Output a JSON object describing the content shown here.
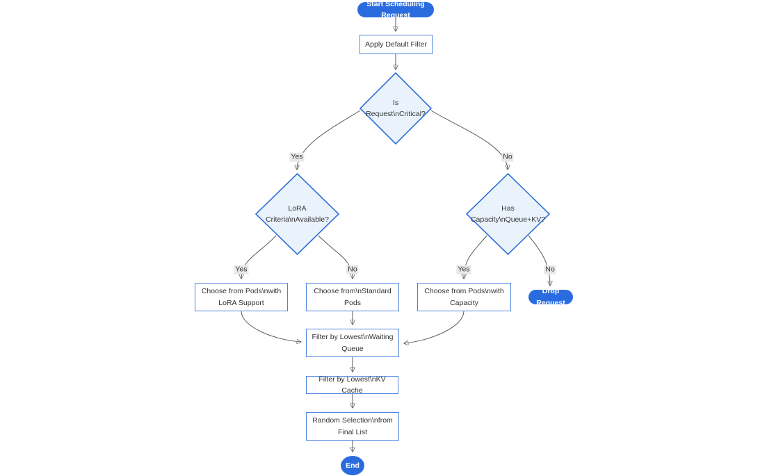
{
  "nodes": {
    "start": "Start Scheduling Request",
    "apply_filter": "Apply Default Filter",
    "is_critical": "Is Request\\nCritical?",
    "lora_criteria": "LoRA Criteria\\nAvailable?",
    "has_capacity": "Has Capacity\\nQueue+KV?",
    "choose_lora": "Choose from Pods\\nwith LoRA Support",
    "choose_standard": "Choose from\\nStandard Pods",
    "choose_capacity": "Choose from Pods\\nwith Capacity",
    "drop_request": "Drop Request",
    "filter_queue": "Filter by Lowest\\nWaiting Queue",
    "filter_kv": "Filter by Lowest\\nKV Cache",
    "random_selection": "Random Selection\\nfrom Final List",
    "end": "End"
  },
  "edge_labels": {
    "critical_yes": "Yes",
    "critical_no": "No",
    "lora_yes": "Yes",
    "lora_no": "No",
    "capacity_yes": "Yes",
    "capacity_no": "No"
  },
  "colors": {
    "accent_blue": "#2a6ce0",
    "pill_text": "#ffffff",
    "diamond_fill": "#eaf3fc",
    "diamond_border": "#2e6fd8",
    "rect_fill": "#ffffff",
    "rect_border": "#4d82de",
    "edge_line": "#5a5a5a",
    "arrowhead": "#333333",
    "edge_label_bg": "#e8e8e8",
    "text": "#333333"
  }
}
